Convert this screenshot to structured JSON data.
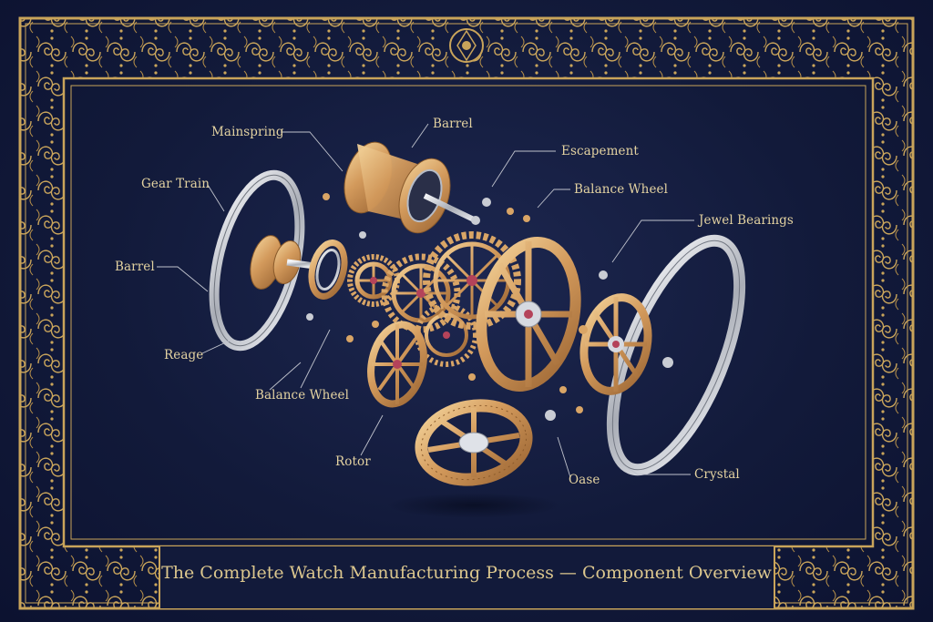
{
  "diagram": {
    "caption": "The Complete Watch Manufacturing Process — Component Overview",
    "labels": {
      "mainspring": "Mainspring",
      "barrel_top": "Barrel",
      "escapement": "Escapement",
      "balance_wheel_top": "Balance Wheel",
      "gear_train": "Gear Train",
      "jewel_bearings": "Jewel Bearings",
      "barrel_left": "Barrel",
      "reage": "Reage",
      "balance_wheel_bottom": "Balance Wheel",
      "rotor": "Rotor",
      "oase": "Oase",
      "crystal": "Crystal"
    },
    "colors": {
      "background": "#141b3d",
      "frame_gold": "#c9a45a",
      "part_gold": "#d9a566",
      "silver": "#c9ccd3",
      "label": "#e3d2a1"
    }
  }
}
